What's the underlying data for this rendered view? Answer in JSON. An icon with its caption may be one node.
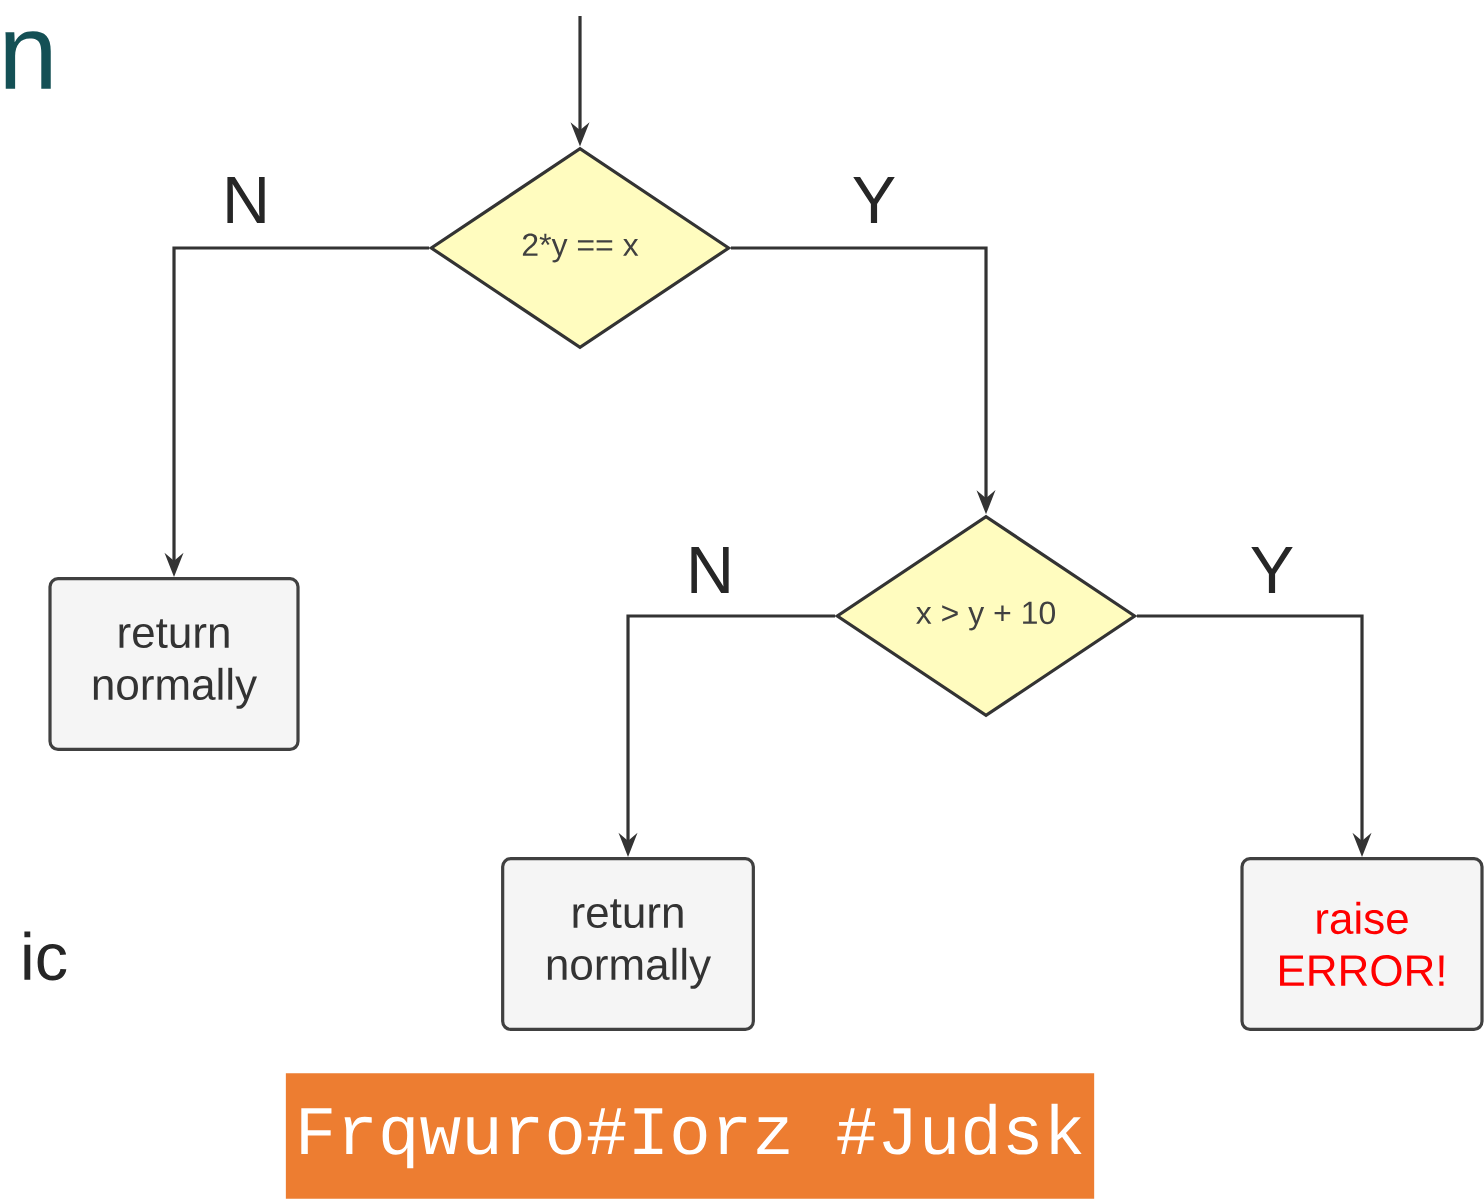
{
  "diagram": {
    "nodes": [
      {
        "text": [
          "2*y == x"
        ]
      },
      {
        "text": [
          "return normally"
        ]
      },
      {
        "text": [
          "x > y + 10"
        ]
      },
      {
        "text": [
          "return normally"
        ]
      },
      {
        "text": [
          "raise ERROR!"
        ]
      },
      {
        "text": [
          "Frqwuro#Iorz #Judsk"
        ]
      }
    ],
    "edges": [
      {
        "from": null,
        "to": 0,
        "arrow": "to"
      },
      {
        "from": 0,
        "to": 1,
        "arrow": "to",
        "label": "N"
      },
      {
        "from": 0,
        "to": 2,
        "arrow": "to",
        "label": "Y"
      },
      {
        "from": 2,
        "to": 3,
        "arrow": "to",
        "label": "N"
      },
      {
        "from": 2,
        "to": 4,
        "arrow": "to",
        "label": "Y"
      }
    ],
    "labels": [
      "n",
      "ic"
    ]
  }
}
